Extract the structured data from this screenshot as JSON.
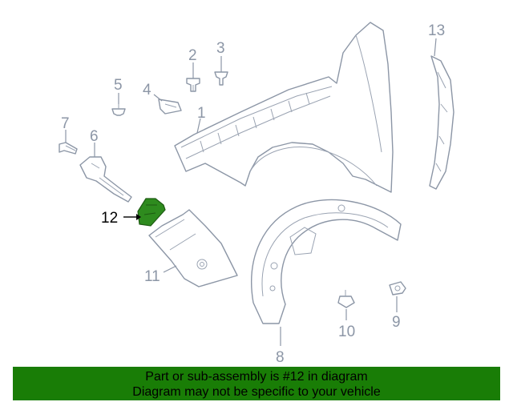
{
  "callouts": {
    "c1": "1",
    "c2": "2",
    "c3": "3",
    "c4": "4",
    "c5": "5",
    "c6": "6",
    "c7": "7",
    "c8": "8",
    "c9": "9",
    "c10": "10",
    "c11": "11",
    "c12": "12",
    "c13": "13"
  },
  "highlight_part": "12",
  "banner": {
    "line1": "Part or sub-assembly is #12 in diagram",
    "line2": "Diagram may not be specific to your vehicle",
    "background_color": "#197d06"
  },
  "colors": {
    "line": "#8c96a6",
    "highlight": "#2e8b1e"
  }
}
